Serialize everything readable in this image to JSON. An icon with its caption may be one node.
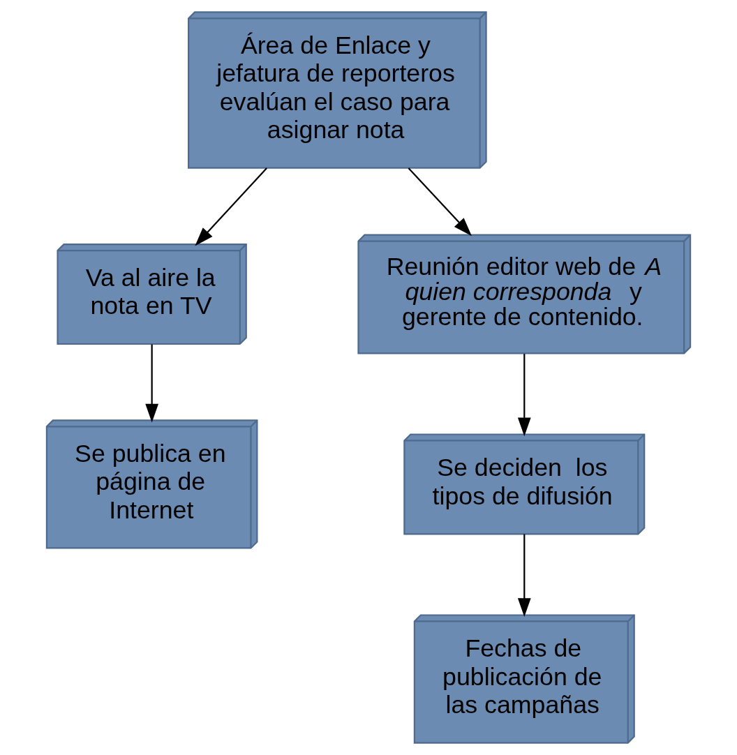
{
  "diagram": {
    "nodes": [
      {
        "text": [
          "Área de Enlace y jefatura de reporteros evalúan el caso para asignar nota"
        ]
      },
      {
        "text": [
          "Reunión editor web de *A quien corresponda* y gerente de contenido."
        ]
      },
      {
        "text": [
          "Va al aire la nota en TV"
        ]
      },
      {
        "text": [
          "Se deciden  los tipos de difusión"
        ]
      },
      {
        "text": [
          "Se publica en página de Internet"
        ]
      },
      {
        "text": [
          "Fechas de publicación de las campañas"
        ]
      }
    ],
    "edges": [
      {
        "from": 0,
        "to": 2,
        "arrow": "to"
      },
      {
        "from": 0,
        "to": 1,
        "arrow": "to"
      },
      {
        "from": 1,
        "to": 3,
        "arrow": "to"
      },
      {
        "from": 2,
        "to": 4,
        "arrow": "to"
      },
      {
        "from": 3,
        "to": 5,
        "arrow": "to"
      }
    ]
  }
}
